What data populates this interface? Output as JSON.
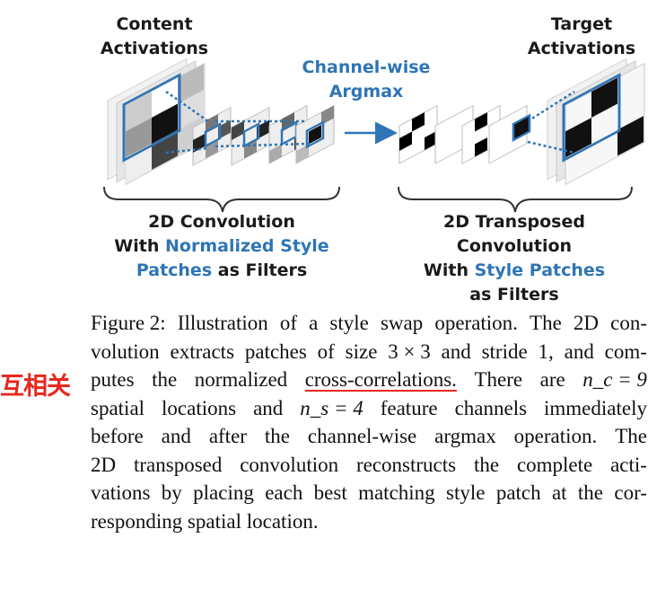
{
  "figure": {
    "content_label": [
      "Content",
      "Activations"
    ],
    "target_label": [
      "Target",
      "Activations"
    ],
    "argmax_label": [
      "Channel-wise",
      "Argmax"
    ],
    "conv_caption": {
      "line1": "2D Convolution",
      "line2_prefix": "With ",
      "line2_blue": "Normalized Style",
      "line3_blue": "Patches",
      "line3_suffix": " as Filters"
    },
    "tconv_caption": {
      "line1": "2D Transposed Convolution",
      "line2_prefix": "With ",
      "line2_blue": "Style Patches",
      "line3": "as Filters"
    },
    "colors": {
      "accent_blue": "#2e75b6",
      "annotation_red": "#e8271f"
    }
  },
  "caption": {
    "l1": [
      "Figure 2:",
      "Illustration",
      "of",
      "a",
      "style",
      "swap",
      "operation.",
      "The",
      "2D",
      "con-"
    ],
    "l2": [
      "volution",
      "extracts",
      "patches",
      "of",
      "size",
      "3 × 3",
      "and",
      "stride",
      "1,",
      "and",
      "com-"
    ],
    "l3": {
      "a": [
        "putes",
        "the",
        "normalized"
      ],
      "underlined": "cross-correlations.",
      "b": [
        "There",
        "are"
      ],
      "math": "n_c = 9"
    },
    "l4": [
      "spatial",
      "locations",
      "and",
      "n_s = 4",
      "feature",
      "channels",
      "immediately"
    ],
    "l5": [
      "before",
      "and",
      "after",
      "the",
      "channel-wise",
      "argmax",
      "operation.",
      "The"
    ],
    "l6": [
      "2D",
      "transposed",
      "convolution",
      "reconstructs",
      "the",
      "complete",
      "acti-"
    ],
    "l7": [
      "vations",
      "by",
      "placing",
      "each",
      "best",
      "matching",
      "style",
      "patch",
      "at",
      "the",
      "cor-"
    ],
    "l8": "responding spatial location."
  },
  "annotation": "互相关"
}
